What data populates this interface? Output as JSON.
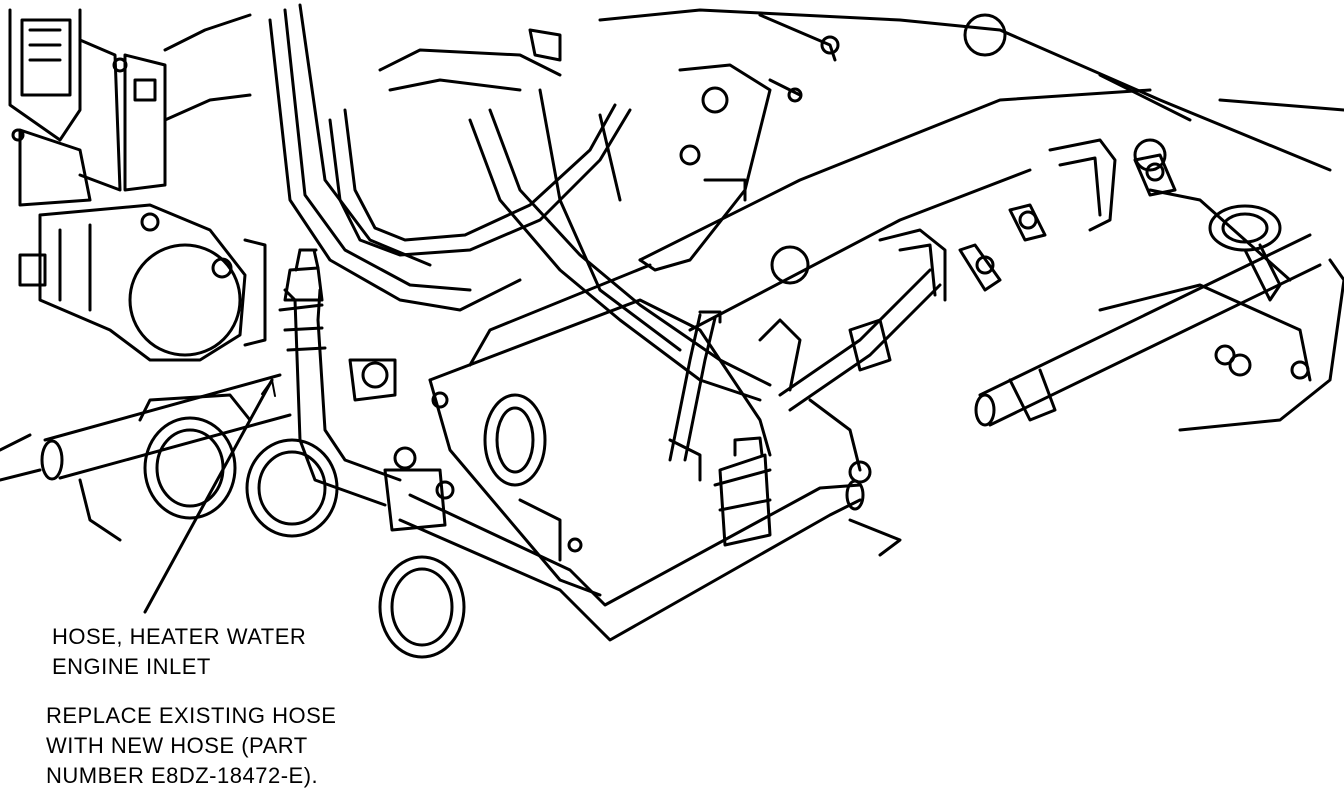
{
  "callouts": {
    "hose_label": {
      "line1": "HOSE, HEATER WATER",
      "line2": "ENGINE INLET"
    },
    "instruction": {
      "line1": "REPLACE EXISTING HOSE",
      "line2": "WITH NEW HOSE (PART",
      "line3": "NUMBER E8DZ-18472-E)."
    }
  },
  "colors": {
    "ink": "#000000",
    "paper": "#ffffff"
  }
}
